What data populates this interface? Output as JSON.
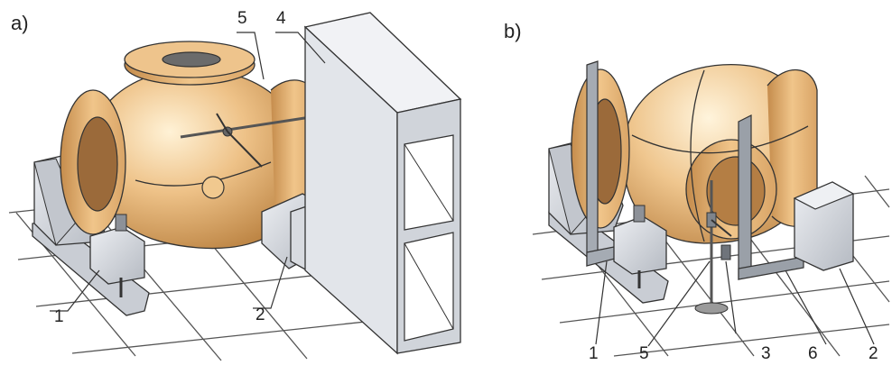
{
  "panels": {
    "a": {
      "label": "a)",
      "callouts": [
        "1",
        "2",
        "4",
        "5"
      ]
    },
    "b": {
      "label": "b)",
      "callouts": [
        "1",
        "5",
        "3",
        "6",
        "2"
      ]
    }
  },
  "colors": {
    "body": "#e8b870",
    "body_shadow": "#b9803f",
    "support": "#d3d6dc",
    "support_shadow": "#a9aeb6",
    "plate": "#e6e8ec",
    "square": "#9aa0a8",
    "grid": "#555555"
  }
}
